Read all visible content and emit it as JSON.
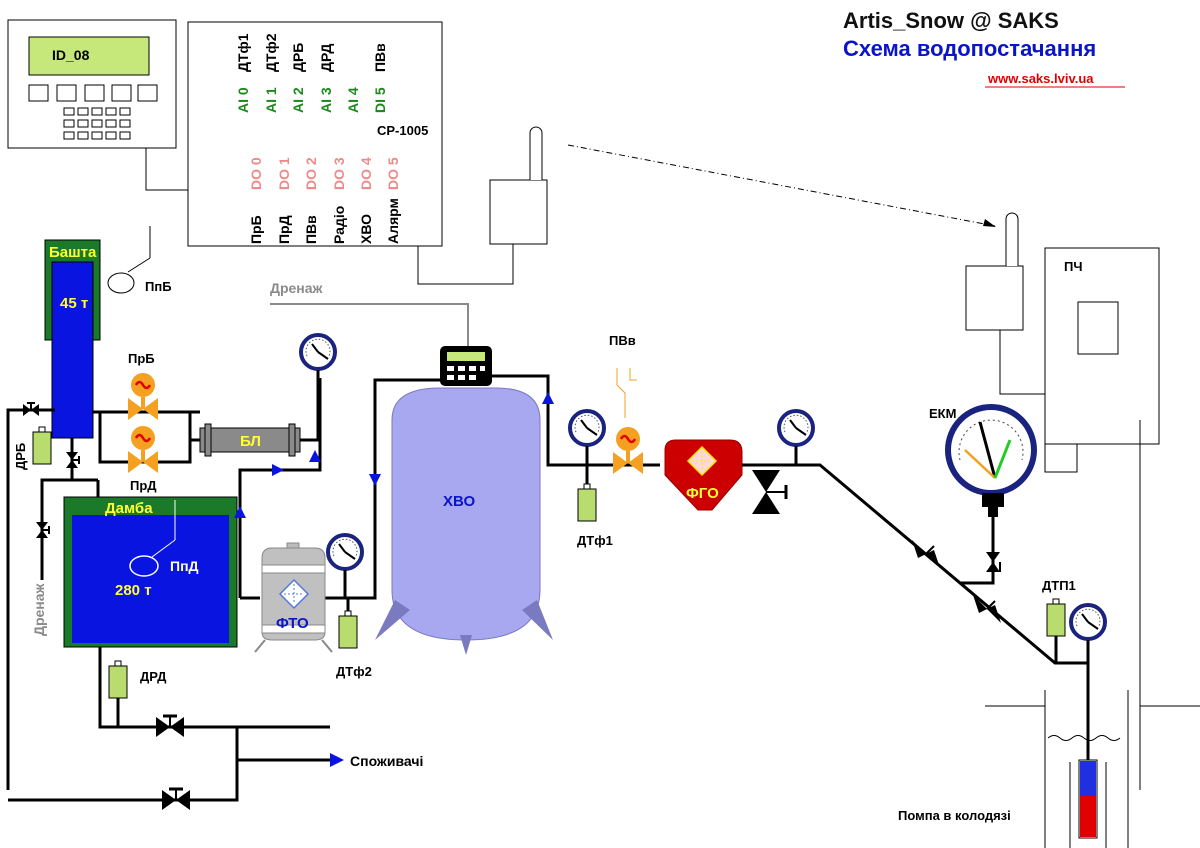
{
  "header": {
    "brand": "Artis_Snow @ SAKS",
    "title": "Схема водопостачання",
    "url": "www.saks.lviv.ua"
  },
  "panel": {
    "display": "ID_08"
  },
  "controller": {
    "model": "CP-1005",
    "analog_inputs": [
      {
        "channel": "AI 0",
        "signal": "ДТф1"
      },
      {
        "channel": "AI 1",
        "signal": "ДТф2"
      },
      {
        "channel": "AI 2",
        "signal": "ДРБ"
      },
      {
        "channel": "AI 3",
        "signal": "ДРД"
      },
      {
        "channel": "AI 4",
        "signal": ""
      },
      {
        "channel": "DI 5",
        "signal": "ПВв"
      }
    ],
    "digital_outputs": [
      {
        "channel": "DO 0",
        "signal": "ПрБ"
      },
      {
        "channel": "DO 1",
        "signal": "ПрД"
      },
      {
        "channel": "DO 2",
        "signal": "ПВв"
      },
      {
        "channel": "DO 3",
        "signal": "Радіо"
      },
      {
        "channel": "DO 4",
        "signal": "ХВО"
      },
      {
        "channel": "DO 5",
        "signal": "Алярм"
      }
    ]
  },
  "labels": {
    "tower": "Башта",
    "tower_volume": "45 т",
    "tower_float": "ПпБ",
    "drb": "ДРБ",
    "drain_left": "Дренаж",
    "drain_top": "Дренаж",
    "valve_top": "ПрБ",
    "valve_bottom": "ПрД",
    "filter_bl": "БЛ",
    "dam": "Дамба",
    "dam_float": "ПпД",
    "dam_volume": "280 т",
    "drd": "ДРД",
    "consumers": "Споживачі",
    "fto": "ФТО",
    "dtf2": "ДТф2",
    "xvo": "ХВО",
    "dtf1": "ДТф1",
    "pvv": "ПВв",
    "fgo": "ФГО",
    "pch": "ПЧ",
    "ekm": "ЕКМ",
    "dtp1": "ДТП1",
    "pump": "Помпа в колодязі"
  },
  "colors": {
    "water": "#0a14e0",
    "tank_frame": "#1a7a2a",
    "pressure_sensor": "#b8dc6e",
    "valve": "#f5a020",
    "xvo_tank": "#a8a8f0",
    "fgo": "#cc0000",
    "title_blue": "#0a14c8",
    "url_red": "#e00000"
  }
}
